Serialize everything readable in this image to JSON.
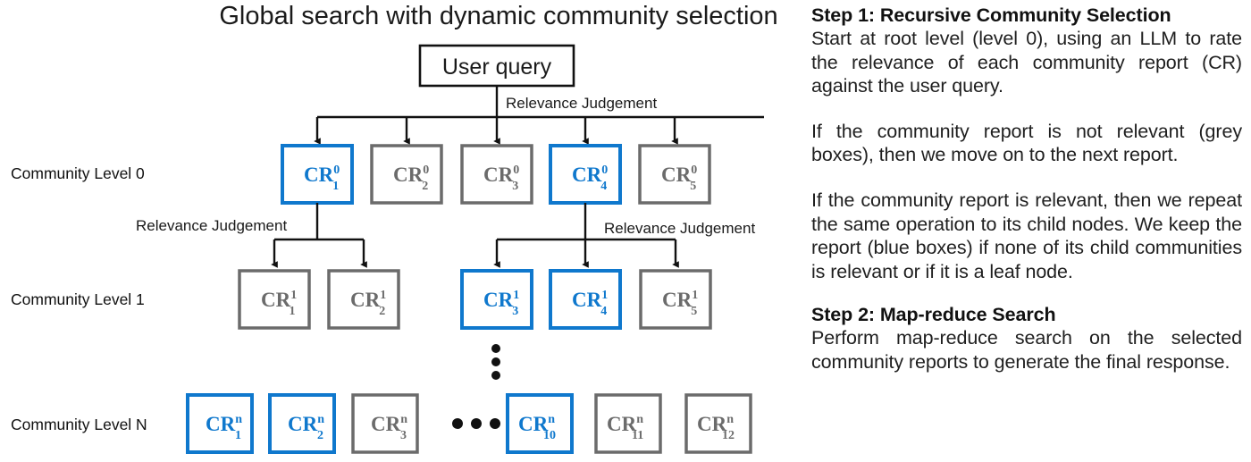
{
  "diagram": {
    "title": "Global search with dynamic community selection",
    "root_node": {
      "label": "User query"
    },
    "edge_labels": {
      "root": "Relevance Judgement",
      "level0_left": "Relevance Judgement",
      "level0_right": "Relevance Judgement"
    },
    "level_labels": {
      "level0": "Community Level 0",
      "level1": "Community Level 1",
      "leveln": "Community Level N"
    },
    "colors": {
      "relevant_blue": "#0f78cd",
      "not_relevant_grey": "#6b6b6b",
      "root_black": "#111111",
      "background": "#ffffff"
    },
    "legend_meaning": {
      "blue": "relevant / kept community report",
      "grey": "not relevant community report"
    },
    "levels": [
      {
        "name": "Community Level 0",
        "nodes": [
          {
            "base": "CR",
            "sup": "0",
            "sub": "1",
            "state": "blue"
          },
          {
            "base": "CR",
            "sup": "0",
            "sub": "2",
            "state": "grey"
          },
          {
            "base": "CR",
            "sup": "0",
            "sub": "3",
            "state": "grey"
          },
          {
            "base": "CR",
            "sup": "0",
            "sub": "4",
            "state": "blue"
          },
          {
            "base": "CR",
            "sup": "0",
            "sub": "5",
            "state": "grey"
          }
        ]
      },
      {
        "name": "Community Level 1",
        "nodes": [
          {
            "base": "CR",
            "sup": "1",
            "sub": "1",
            "state": "grey"
          },
          {
            "base": "CR",
            "sup": "1",
            "sub": "2",
            "state": "grey"
          },
          {
            "base": "CR",
            "sup": "1",
            "sub": "3",
            "state": "blue"
          },
          {
            "base": "CR",
            "sup": "1",
            "sub": "4",
            "state": "blue"
          },
          {
            "base": "CR",
            "sup": "1",
            "sub": "5",
            "state": "grey"
          }
        ]
      },
      {
        "name": "Community Level N",
        "nodes": [
          {
            "base": "CR",
            "sup": "n",
            "sub": "1",
            "state": "blue"
          },
          {
            "base": "CR",
            "sup": "n",
            "sub": "2",
            "state": "blue"
          },
          {
            "base": "CR",
            "sup": "n",
            "sub": "3",
            "state": "grey"
          },
          {
            "base": "CR",
            "sup": "n",
            "sub": "10",
            "state": "blue"
          },
          {
            "base": "CR",
            "sup": "n",
            "sub": "11",
            "state": "grey"
          },
          {
            "base": "CR",
            "sup": "n",
            "sub": "12",
            "state": "grey"
          }
        ]
      }
    ],
    "ellipses": {
      "vertical": "⋮",
      "horizontal": "•••"
    }
  },
  "steps": [
    {
      "heading": "Step 1: Recursive Community Selection",
      "paragraphs": [
        "Start at root level (level 0), using an LLM to rate the relevance of each community report (CR) against the user query.",
        "If the community report is not relevant (grey boxes), then we move on to the next report.",
        "If the community report is relevant, then we repeat the same operation to its child nodes. We keep the report (blue boxes) if none of its child communities is relevant or if it is a leaf node."
      ]
    },
    {
      "heading": "Step 2: Map-reduce Search",
      "paragraphs": [
        "Perform map-reduce search on the selected community reports to generate the final response."
      ]
    }
  ]
}
